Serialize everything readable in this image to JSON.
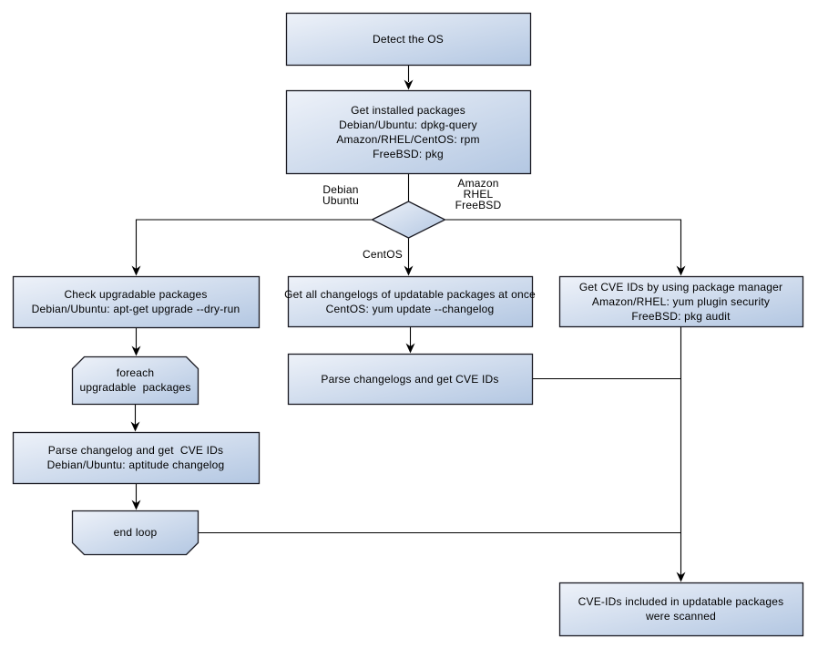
{
  "nodes": {
    "detect_os": {
      "lines": [
        "Detect the OS"
      ]
    },
    "get_installed_packages": {
      "lines": [
        "Get installed packages",
        "Debian/Ubuntu: dpkg-query",
        "Amazon/RHEL/CentOS: rpm",
        "FreeBSD: pkg"
      ]
    },
    "check_upgradable": {
      "lines": [
        "Check upgradable packages",
        "Debian/Ubuntu: apt-get upgrade --dry-run"
      ]
    },
    "foreach_loop": {
      "lines": [
        "foreach",
        "upgradable  packages"
      ]
    },
    "parse_changelog_each": {
      "lines": [
        "Parse changelog and get  CVE IDs",
        "Debian/Ubuntu: aptitude changelog"
      ]
    },
    "end_loop": {
      "lines": [
        "end loop"
      ]
    },
    "get_all_changelogs": {
      "lines": [
        "Get all changelogs of updatable packages at once",
        "CentOS: yum update --changelog"
      ]
    },
    "parse_changelogs": {
      "lines": [
        "Parse changelogs and get CVE IDs"
      ]
    },
    "get_cve_ids_pkg_mgr": {
      "lines": [
        "Get CVE IDs by using package manager",
        "Amazon/RHEL: yum plugin security",
        "FreeBSD: pkg audit"
      ]
    },
    "scan_result": {
      "lines": [
        "CVE-IDs included in updatable packages",
        "were scanned"
      ]
    }
  },
  "edge_labels": {
    "debian_ubuntu": [
      "Debian",
      "Ubuntu"
    ],
    "amazon_rhel_freebsd": [
      "Amazon",
      "RHEL",
      "FreeBSD"
    ],
    "centos": [
      "CentOS"
    ]
  },
  "colors": {
    "node_fill_start": "#eef2f9",
    "node_fill_end": "#b3c7e2",
    "node_border": "#1a1a22",
    "connector": "#000000",
    "text": "#000000",
    "background": "#ffffff"
  }
}
